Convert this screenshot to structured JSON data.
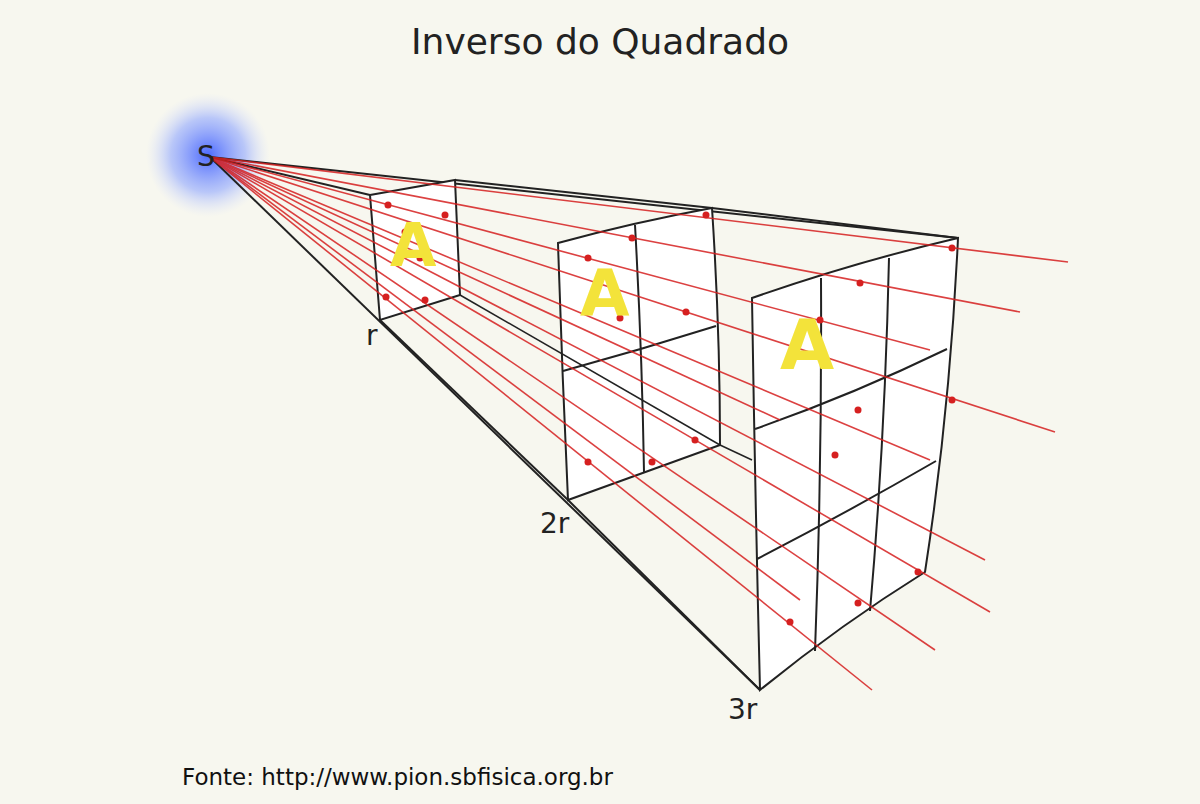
{
  "diagram": {
    "title": "Inverso do Quadrado",
    "caption": "Fonte: http://www.pion.sbfisica.org.br",
    "labels": [
      "S",
      "A",
      "A",
      "A",
      "r",
      "2r",
      "3r"
    ]
  }
}
